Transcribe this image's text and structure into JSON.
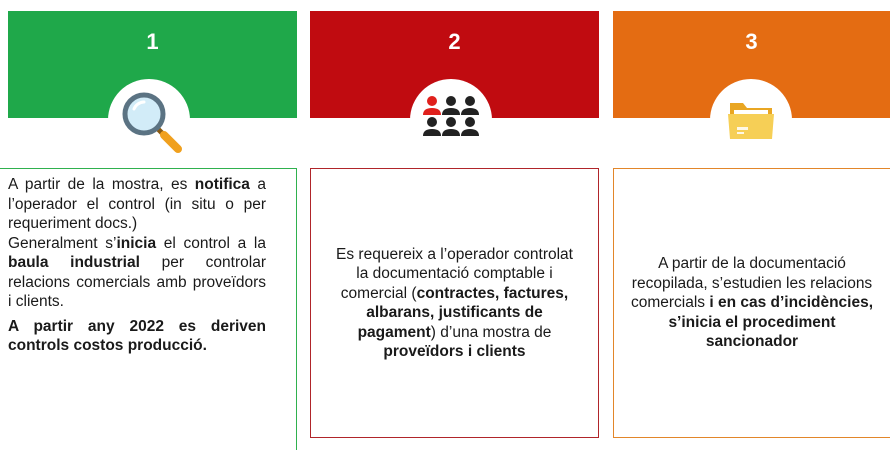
{
  "steps": [
    {
      "number": "1",
      "color": "#1fa84a",
      "icon": "magnifier-icon",
      "paragraphs": [
        [
          {
            "t": "A partir de la mostra, es "
          },
          {
            "t": "notifica",
            "b": true
          },
          {
            "t": " a l’operador el control (in situ o per requeriment docs.)"
          }
        ],
        [
          {
            "t": "Generalment s’"
          },
          {
            "t": "inicia",
            "b": true
          },
          {
            "t": " el control a la "
          },
          {
            "t": "baula industrial",
            "b": true
          },
          {
            "t": " per controlar relacions comercials amb proveïdors i clients."
          }
        ],
        [
          {
            "t": "A partir any 2022 es deriven controls costos producció.",
            "b": true
          }
        ]
      ]
    },
    {
      "number": "2",
      "color": "#c00b10",
      "icon": "people-group-icon",
      "paragraphs": [
        [
          {
            "t": "Es requereix a l’operador controlat la documentació comptable i comercial ("
          },
          {
            "t": "contractes, factures, albarans, justificants de pagament",
            "b": true
          },
          {
            "t": ") d’una mostra de "
          },
          {
            "t": "proveïdors i clients",
            "b": true
          }
        ]
      ]
    },
    {
      "number": "3",
      "color": "#e46c12",
      "icon": "folder-icon",
      "paragraphs": [
        [
          {
            "t": "A partir de la documentació recopilada, s’estudien les relacions comercials "
          },
          {
            "t": "i en cas d’incidències, s’inicia el procediment sancionador",
            "b": true
          }
        ]
      ]
    }
  ]
}
